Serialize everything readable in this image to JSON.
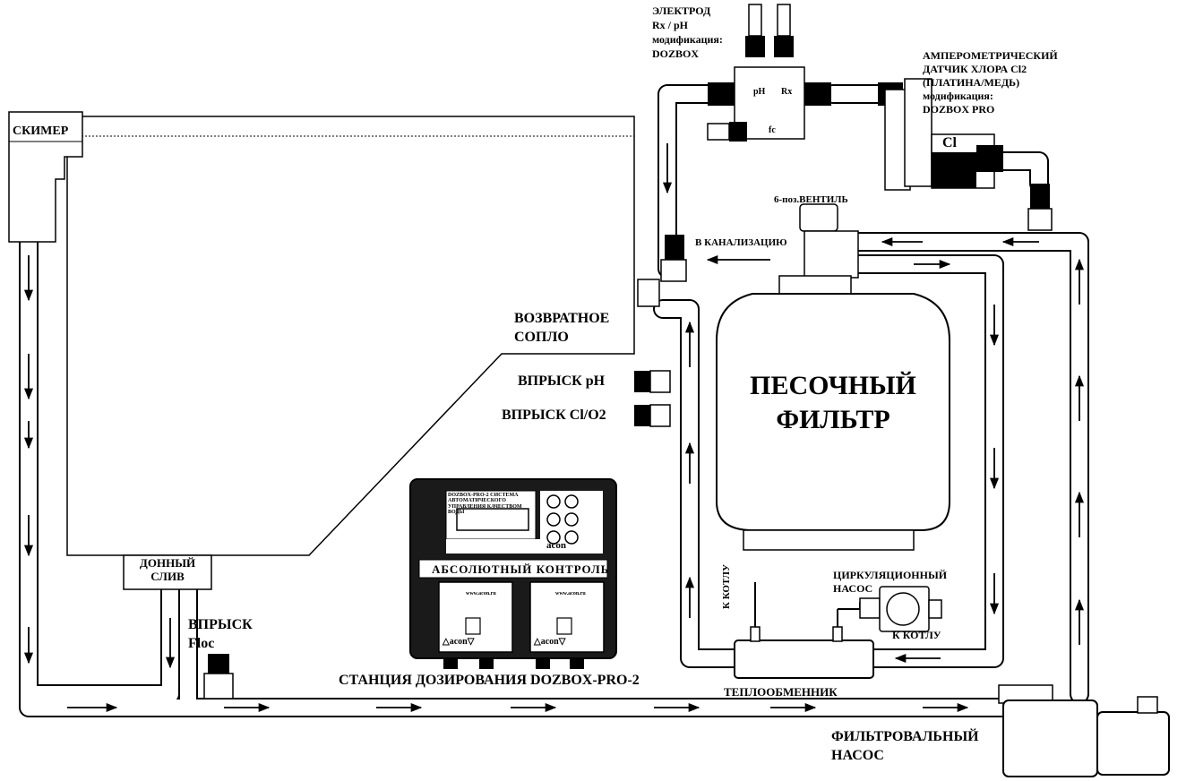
{
  "labels": {
    "skimmer": "СКИМЕР",
    "electrode": [
      "ЭЛЕКТРОД",
      "Rx / pH",
      "модификация:",
      "DOZBOX"
    ],
    "chlorine_sensor": [
      "АМПЕРОМЕТРИЧЕСКИЙ",
      "ДАТЧИК ХЛОРА Cl2",
      "(ПЛАТИНА/МЕДЬ)",
      "модификация:",
      "DOZBOX PRO"
    ],
    "valve": "6-поз.ВЕНТИЛЬ",
    "to_sewer": "В КАНАЛИЗАЦИЮ",
    "return_nozzle": [
      "ВОЗВРАТНОЕ",
      "СОПЛО"
    ],
    "inject_ph": "ВПРЫСК pH",
    "inject_cl": "ВПРЫСК Cl/O2",
    "sand_filter": [
      "ПЕСОЧНЫЙ",
      "ФИЛЬТР"
    ],
    "bottom_drain": [
      "ДОННЫЙ",
      "СЛИВ"
    ],
    "inject_floc": [
      "ВПРЫСК",
      "Floc"
    ],
    "dosing_station": "СТАНЦИЯ ДОЗИРОВАНИЯ DOZBOX-PRO-2",
    "heat_exchanger": "ТЕПЛООБМЕННИК",
    "circ_pump": [
      "ЦИРКУЛЯЦИОННЫЙ",
      "НАСОС"
    ],
    "to_boiler_right": "К КОТЛУ",
    "to_boiler_vertical": "К КОТЛУ",
    "filter_pump": [
      "ФИЛЬТРОВАЛЬНЫЙ",
      "НАСОС"
    ]
  },
  "device": {
    "title": "АБСОЛЮТНЫЙ КОНТРОЛЬ",
    "header_text": "DOZBOX-PRO-2 СИСТЕМА АВТОМАТИЧЕСКОГО УПРАВЛЕНИЯ КАЧЕСТВОМ ВОДЫ",
    "brand": "acon",
    "pump_brand": "△acon▽",
    "pump_url": "www.acon.ru"
  },
  "sensor_tags": {
    "ph": "pH",
    "rx": "Rx",
    "fc": "fc",
    "cl": "Cl"
  },
  "colors": {
    "line": "#000000",
    "background": "#ffffff"
  }
}
